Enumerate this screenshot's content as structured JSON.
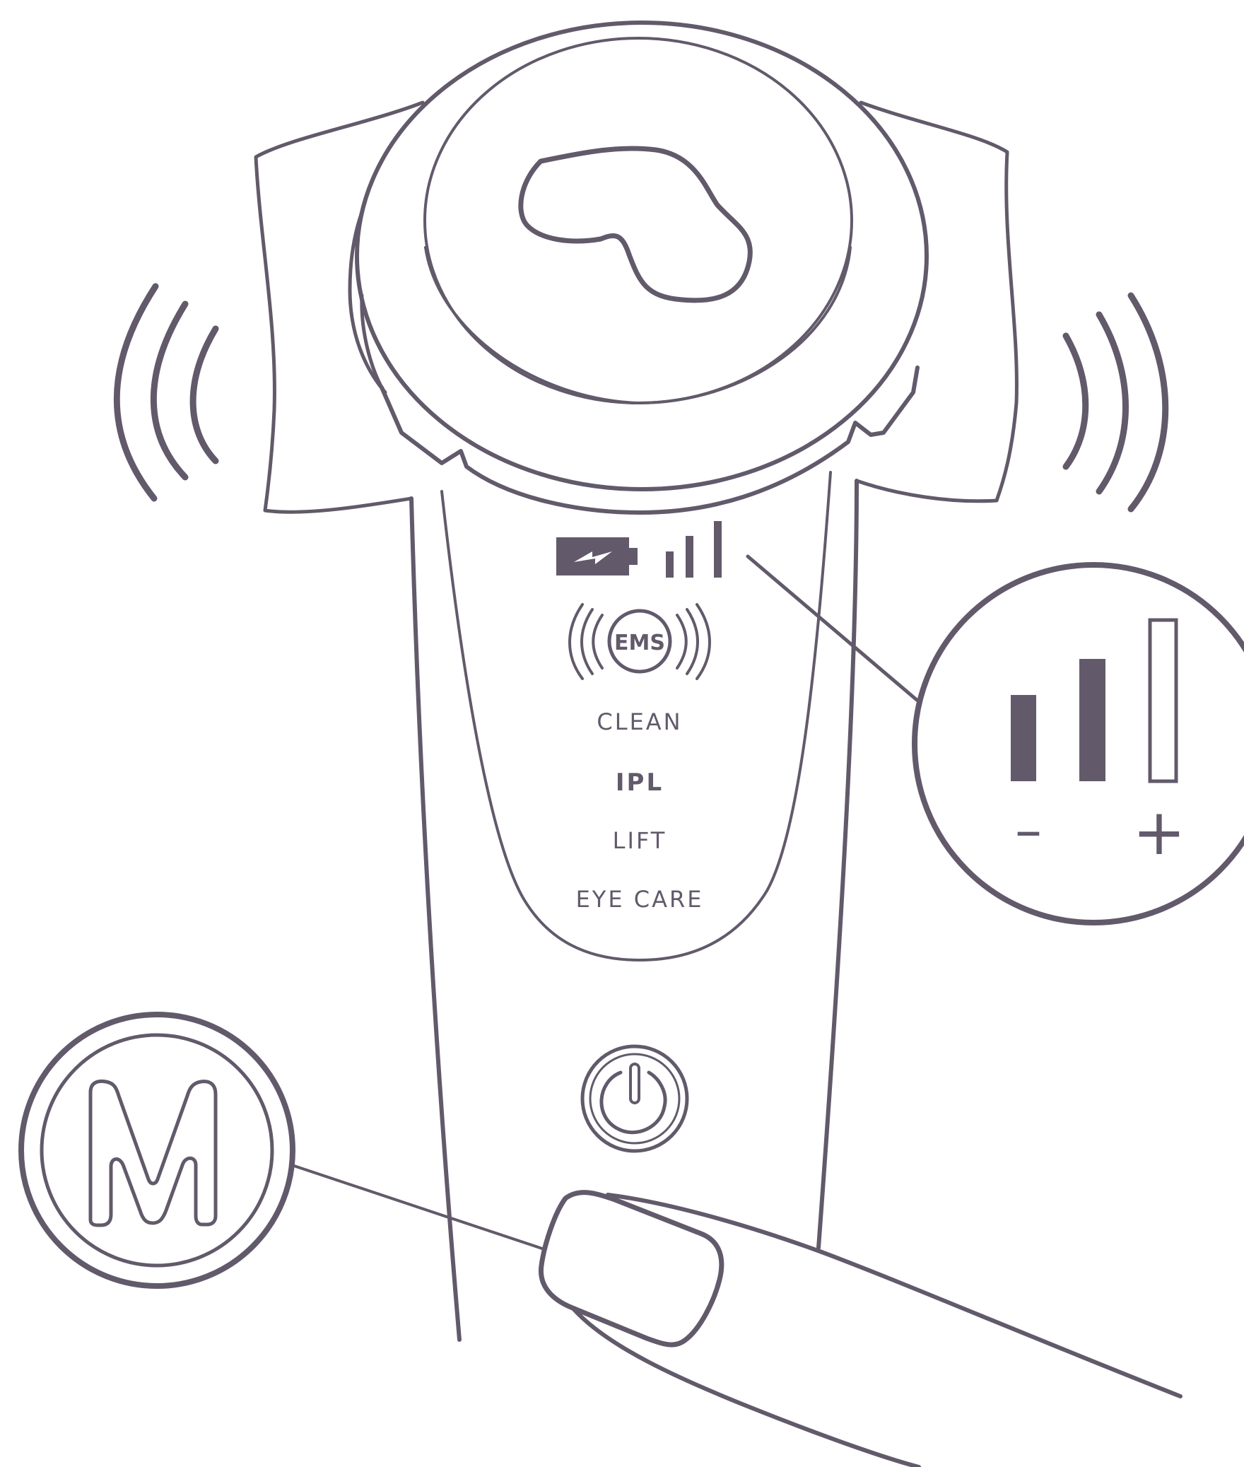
{
  "device_panel": {
    "ems_badge": "EMS",
    "modes": [
      {
        "label": "CLEAN",
        "active": false
      },
      {
        "label": "IPL",
        "active": true
      },
      {
        "label": "LIFT",
        "active": false
      },
      {
        "label": "EYE CARE",
        "active": false
      }
    ],
    "intensity_indicator": {
      "levels_total": 3,
      "levels_lit": 2
    }
  },
  "callout_intensity": {
    "levels_total": 3,
    "levels_lit": 2,
    "minus_symbol": "–",
    "plus_symbol": "+"
  },
  "callout_mode_button": {
    "button_letter": "M"
  },
  "icons": [
    "battery-charging-icon",
    "signal-bars-icon",
    "ems-icon",
    "power-button-icon",
    "vibration-waves-icon",
    "mode-m-button-icon",
    "finger-icon"
  ],
  "colors": {
    "line": "#625a6b",
    "background": "#ffffff"
  }
}
